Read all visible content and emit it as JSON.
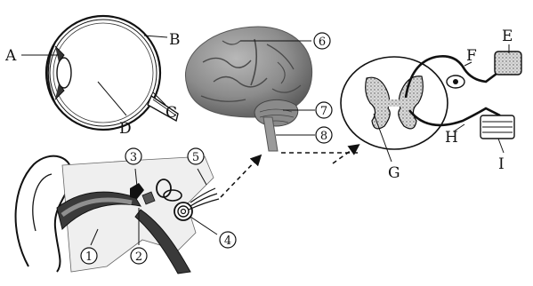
{
  "labels": {
    "A": "A",
    "B": "B",
    "C": "C",
    "D": "D",
    "E": "E",
    "F": "F",
    "G": "G",
    "H": "H",
    "I": "I"
  },
  "numbers": {
    "n1": "1",
    "n2": "2",
    "n3": "3",
    "n4": "4",
    "n5": "5",
    "n6": "6",
    "n7": "7",
    "n8": "8"
  },
  "watermark": "",
  "colors": {
    "ink": "#111111",
    "brain": "#9a9a9a",
    "brain_dark": "#6e6e6e",
    "canal_dark": "#3a3a3a",
    "canal_mid": "#8f8f8f",
    "grey_matter": "#bdbdbd"
  }
}
